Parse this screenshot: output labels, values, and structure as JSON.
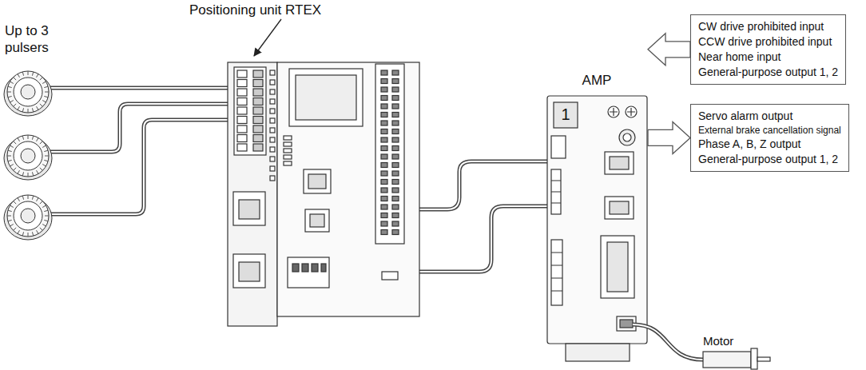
{
  "diagram": {
    "nodes": [
      {
        "text": [
          "AMP"
        ]
      },
      {
        "text": [
          "CW drive prohibited input",
          "CCW drive prohibited input",
          "Near home input",
          "General-purpose output 1, 2"
        ]
      },
      {
        "text": [
          "Servo alarm output",
          "External brake cancellation signal",
          "Phase A, B, Z output",
          "General-purpose output 1, 2"
        ]
      }
    ],
    "edges": [
      {
        "from": 1,
        "to": 0,
        "arrow": "to"
      },
      {
        "from": 0,
        "to": 2,
        "arrow": "to"
      }
    ],
    "labels": [
      "Positioning unit RTEX",
      "Up to 3 pulsers",
      "1",
      "Motor"
    ]
  }
}
